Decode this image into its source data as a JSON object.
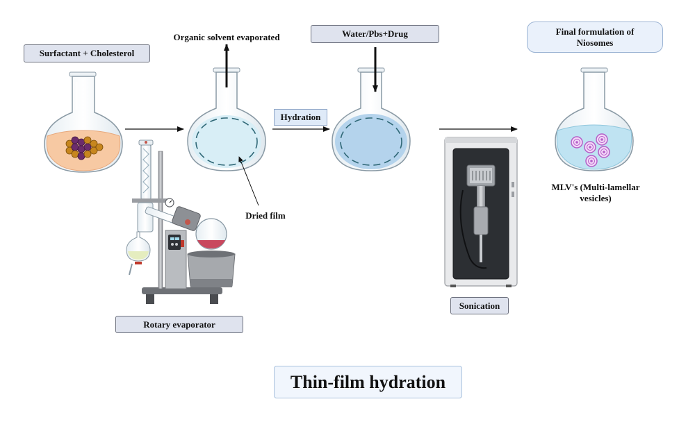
{
  "labels": {
    "surfactant": "Surfactant + Cholesterol",
    "organic_solvent": "Organic solvent evaporated",
    "water_pbs_drug": "Water/Pbs+Drug",
    "final_formulation": "Final formulation of Niosomes",
    "hydration": "Hydration",
    "dried_film": "Dried film",
    "mlv": "MLV's (Multi-lamellar vesicles)",
    "rotary_evaporator": "Rotary evaporator",
    "sonication": "Sonication",
    "title": "Thin-film hydration"
  },
  "colors": {
    "label_box_fill": "#dfe3ee",
    "label_box_border": "#6b6f7c",
    "title_box_fill": "#f1f6fd",
    "surfactant_liquid": "#f7c9a3",
    "dried_film_liquid": "#d8eef6",
    "hydration_liquid": "#b4d3ec",
    "niosome_liquid": "#bfe3f2",
    "niosome_vesicle": "#b35fc7",
    "molecule_purple": "#6b2c6b",
    "molecule_orange": "#c7861e"
  }
}
